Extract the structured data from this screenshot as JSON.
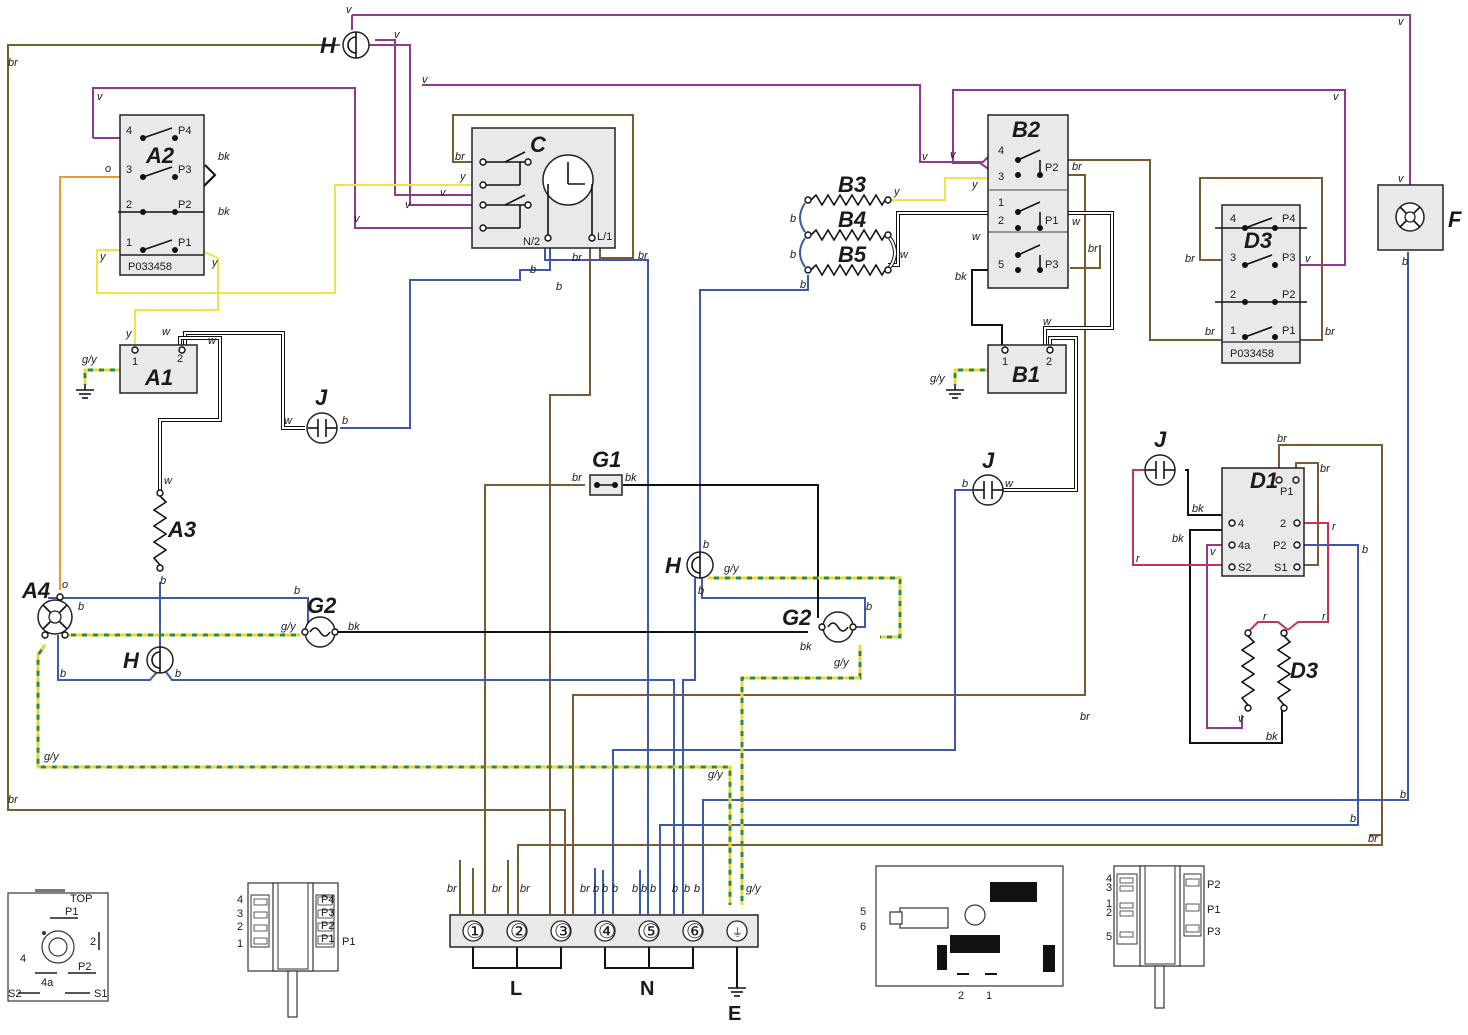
{
  "components": {
    "A1": "A1",
    "A2": "A2",
    "A3": "A3",
    "A4": "A4",
    "B1": "B1",
    "B2": "B2",
    "B3": "B3",
    "B4": "B4",
    "B5": "B5",
    "C": "C",
    "D1": "D1",
    "D3": "D3",
    "F": "F",
    "G1": "G1",
    "G2": "G2",
    "H": "H",
    "J": "J"
  },
  "part_numbers": {
    "a2": "P033458",
    "d3": "P033458"
  },
  "switch_pins": {
    "left": [
      "4",
      "3",
      "2",
      "1"
    ],
    "right": [
      "P4",
      "P3",
      "P2",
      "P1"
    ],
    "b2_left": [
      "4",
      "3",
      "1",
      "2",
      "5"
    ],
    "b2_right": [
      "P2",
      "P1",
      "P3"
    ]
  },
  "timer_pins": {
    "n2": "N/2",
    "l1": "L/1"
  },
  "a1_pins": [
    "1",
    "2"
  ],
  "b1_pins": [
    "1",
    "2"
  ],
  "d1_pins": {
    "p1": "P1",
    "p4": "4",
    "p4a": "4a",
    "s2": "S2",
    "p2n": "2",
    "p2": "P2",
    "s1": "S1"
  },
  "wire_codes": {
    "v": "v",
    "br": "br",
    "b": "b",
    "y": "y",
    "o": "o",
    "bk": "bk",
    "w": "w",
    "r": "r",
    "gy": "g/y"
  },
  "terminal_block": {
    "terminals": [
      "①",
      "②",
      "③",
      "④",
      "⑤",
      "⑥",
      "⏚"
    ],
    "groups": {
      "live": "L",
      "neutral": "N",
      "earth": "E"
    }
  },
  "inset_knob": {
    "top": "TOP",
    "p1": "P1",
    "p2": "P2",
    "n2": "2",
    "n4": "4",
    "n4a": "4a",
    "s2": "S2",
    "s1": "S1"
  },
  "inset_switch_a": {
    "rows": [
      "4",
      "3",
      "2",
      "1"
    ],
    "pads": [
      "P4",
      "P3",
      "P2",
      "P1"
    ],
    "side": "P1"
  },
  "inset_board": {
    "left": [
      "5",
      "6"
    ],
    "bottom": [
      "2",
      "1"
    ]
  },
  "inset_switch_b": {
    "rows": [
      "4",
      "3",
      "1",
      "2",
      "5"
    ],
    "side": [
      "P2",
      "P1",
      "P3"
    ]
  }
}
